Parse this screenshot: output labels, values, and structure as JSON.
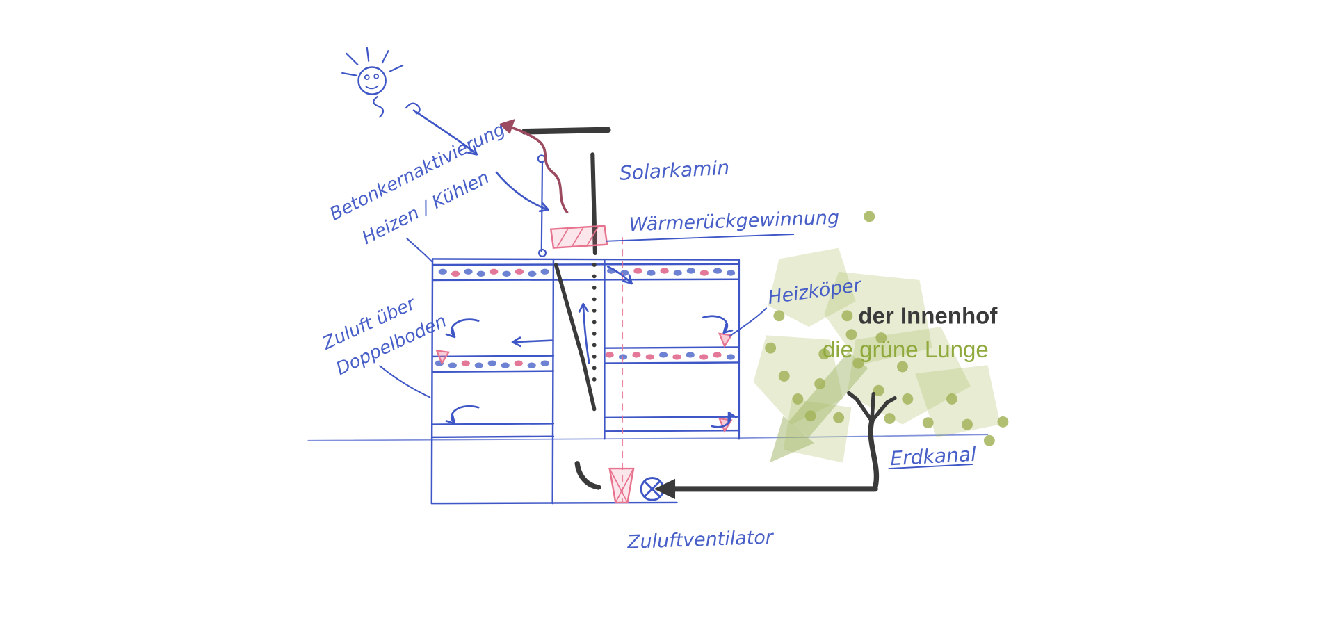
{
  "colors": {
    "ink_blue": "#3f57c6",
    "ink_pink": "#e8738f",
    "ink_maroon": "#9b4a60",
    "ink_dark": "#3a3a3a",
    "green_fill": "#aebf6e",
    "green_dot": "#a3b45b",
    "green_arrow": "#9fb364",
    "dot_blue": "#4a63c8",
    "dot_red": "#dd5680",
    "title_color": "#3a3a3a",
    "subtitle_color": "#8fa93d"
  },
  "labels": {
    "betonkern_line1": "Betonkernaktivierung",
    "betonkern_line2": "Heizen / Kühlen",
    "solarkamin": "Solarkamin",
    "waermerueckgewinnung": "Wärmerückgewinnung",
    "heizkoerper": "Heizköper",
    "zuluft_line1": "Zuluft über",
    "zuluft_line2": "Doppelboden",
    "erdkanal": "Erdkanal",
    "zuluftventilator": "Zuluftventilator"
  },
  "headline": {
    "title": "der Innenhof",
    "subtitle": "die grüne Lunge"
  }
}
